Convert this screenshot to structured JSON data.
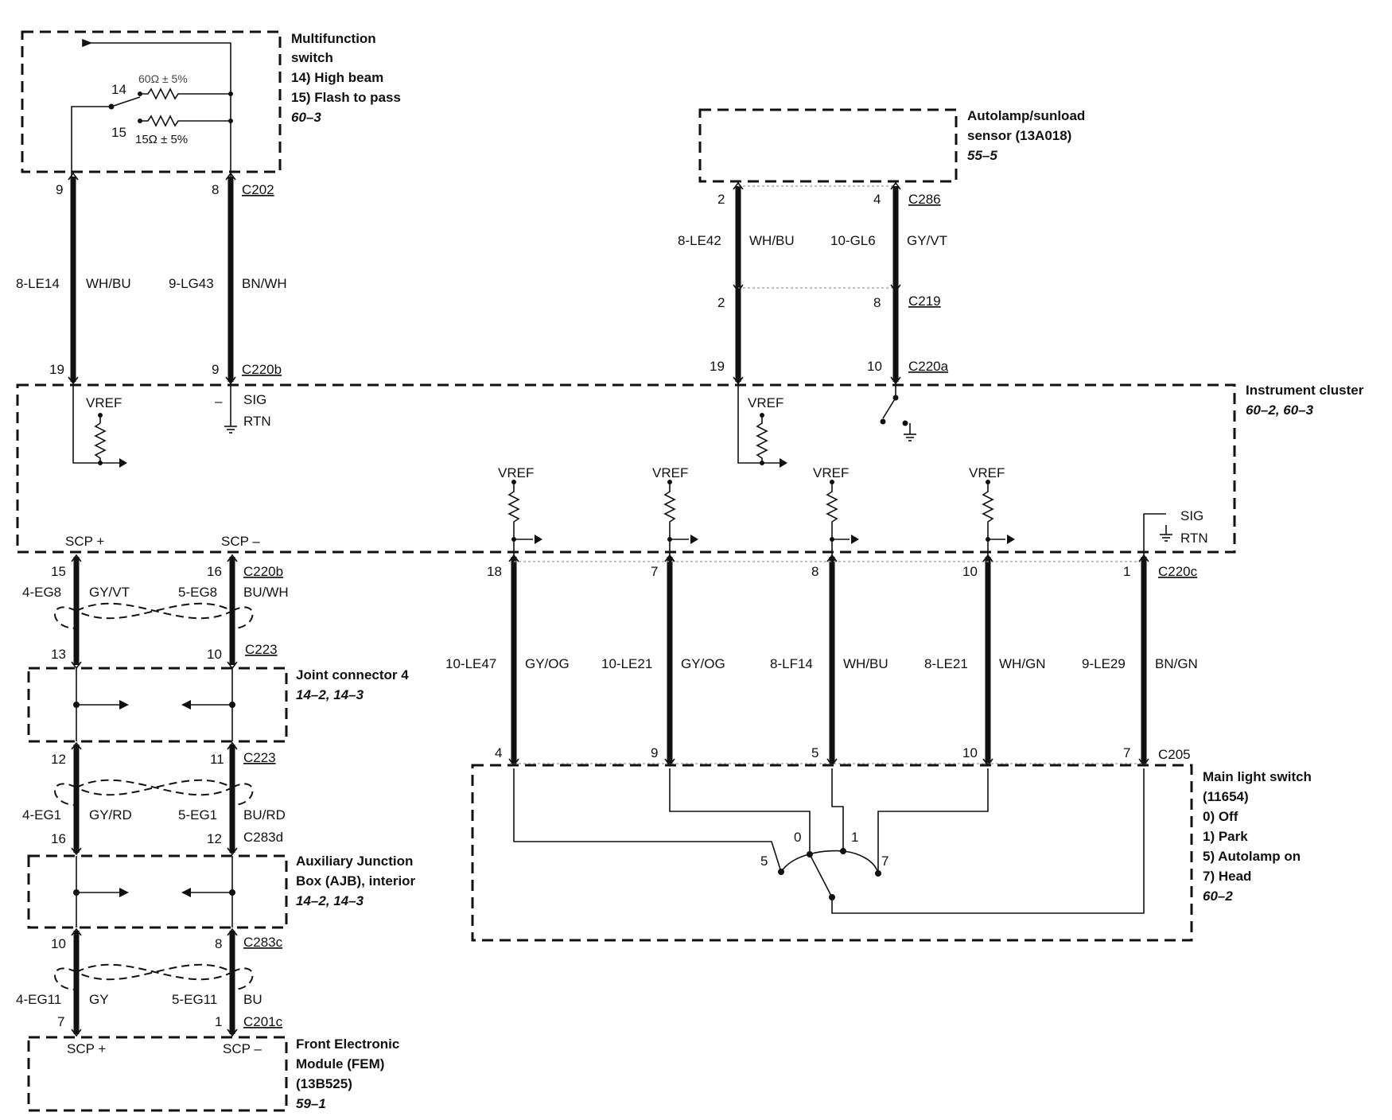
{
  "components": {
    "mfs": {
      "title": [
        "Multifunction",
        "switch",
        "14) High beam",
        "15) Flash to pass"
      ],
      "ref": "60–3",
      "pin14": "14",
      "pin15": "15",
      "r14": "60Ω ± 5%",
      "r15": "15Ω ± 5%"
    },
    "autolamp": {
      "title": [
        "Autolamp/sunload",
        "sensor (13A018)"
      ],
      "ref": "55–5"
    },
    "ic": {
      "title": "Instrument cluster",
      "ref": "60–2, 60–3"
    },
    "jc4": {
      "title": "Joint connector 4",
      "ref": "14–2, 14–3"
    },
    "ajb": {
      "title": [
        "Auxiliary Junction",
        "Box (AJB), interior"
      ],
      "ref": "14–2, 14–3"
    },
    "fem": {
      "title": [
        "Front Electronic",
        "Module (FEM)",
        "(13B525)"
      ],
      "ref": "59–1"
    },
    "mls": {
      "title": [
        "Main light switch",
        "(11654)",
        "0)   Off",
        "1)   Park",
        "5)   Autolamp on",
        "7)   Head"
      ],
      "ref": "60–2"
    }
  },
  "connectors": [
    "C202",
    "C220b",
    "C286",
    "C219",
    "C220a",
    "C220b",
    "C223",
    "C223",
    "C283d",
    "C283c",
    "C201c",
    "C220c",
    "C205"
  ],
  "internal_labels": {
    "vref": "VREF",
    "sig": "SIG",
    "rtn": "RTN",
    "minus": "–",
    "scp_plus": "SCP +",
    "scp_minus": "SCP –"
  },
  "wires": [
    {
      "circuit": "8-LE14",
      "color": "WH/BU"
    },
    {
      "circuit": "9-LG43",
      "color": "BN/WH"
    },
    {
      "circuit": "8-LE42",
      "color": "WH/BU"
    },
    {
      "circuit": "10-GL6",
      "color": "GY/VT"
    },
    {
      "circuit": "4-EG8",
      "color": "GY/VT"
    },
    {
      "circuit": "5-EG8",
      "color": "BU/WH"
    },
    {
      "circuit": "4-EG1",
      "color": "GY/RD"
    },
    {
      "circuit": "5-EG1",
      "color": "BU/RD"
    },
    {
      "circuit": "4-EG11",
      "color": "GY"
    },
    {
      "circuit": "5-EG11",
      "color": "BU"
    },
    {
      "circuit": "10-LE47",
      "color": "GY/OG"
    },
    {
      "circuit": "10-LE21",
      "color": "GY/OG"
    },
    {
      "circuit": "8-LF14",
      "color": "WH/BU"
    },
    {
      "circuit": "8-LE21",
      "color": "WH/GN"
    },
    {
      "circuit": "9-LE29",
      "color": "BN/GN"
    }
  ],
  "pins": [
    "9",
    "8",
    "19",
    "9",
    "2",
    "4",
    "2",
    "8",
    "19",
    "10",
    "15",
    "16",
    "13",
    "10",
    "12",
    "11",
    "16",
    "12",
    "10",
    "8",
    "7",
    "1",
    "18",
    "7",
    "8",
    "10",
    "1",
    "4",
    "9",
    "5",
    "10",
    "7"
  ],
  "switch_positions": [
    "0",
    "1",
    "5",
    "7"
  ]
}
